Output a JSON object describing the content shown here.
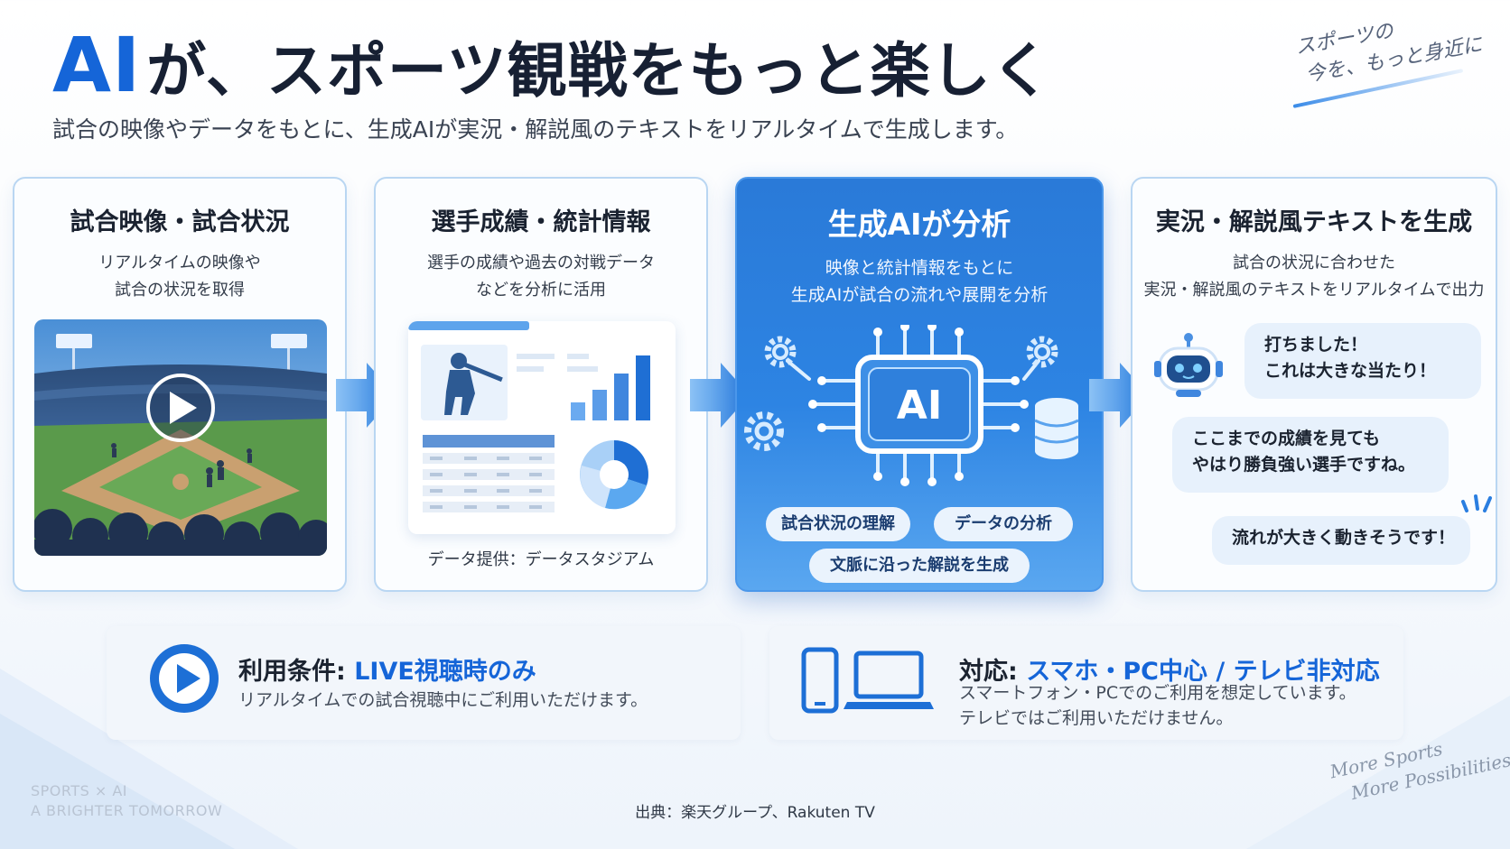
{
  "header": {
    "title_ai": "AI",
    "title_rest": "が、スポーツ観戦をもっと楽しく",
    "subtitle": "試合の映像やデータをもとに、生成AIが実況・解説風のテキストをリアルタイムで生成します。",
    "slogan_line1": "スポーツの",
    "slogan_line2": "今を、もっと身近に"
  },
  "steps": [
    {
      "title": "試合映像・試合状況",
      "desc_line1": "リアルタイムの映像や",
      "desc_line2": "試合の状況を取得"
    },
    {
      "title": "選手成績・統計情報",
      "desc_line1": "選手の成績や過去の対戦データ",
      "desc_line2": "などを分析に活用",
      "credit": "データ提供：データスタジアム"
    },
    {
      "title": "生成AIが分析",
      "desc_line1": "映像と統計情報をもとに",
      "desc_line2": "生成AIが試合の流れや展開を分析",
      "chip_label": "AI",
      "pills": [
        "試合状況の理解",
        "データの分析",
        "文脈に沿った解説を生成"
      ]
    },
    {
      "title": "実況・解説風テキストを生成",
      "desc_line1": "試合の状況に合わせた",
      "desc_line2": "実況・解説風のテキストをリアルタイムで出力",
      "bubbles": [
        {
          "line1": "打ちました！",
          "line2": "これは大きな当たり！"
        },
        {
          "line1": "ここまでの成績を見ても",
          "line2": "やはり勝負強い選手ですね。"
        },
        {
          "line1": "流れが大きく動きそうです！"
        }
      ]
    }
  ],
  "info": {
    "usage": {
      "label": "利用条件: ",
      "value": "LIVE視聴時のみ",
      "body": "リアルタイムでの試合視聴中にご利用いただけます。"
    },
    "devices": {
      "label": "対応: ",
      "value": "スマホ・PC中心 / テレビ非対応",
      "body_line1": "スマートフォン・PCでのご利用を想定しています。",
      "body_line2": "テレビではご利用いただけません。"
    }
  },
  "footer": {
    "left_line1": "SPORTS × AI",
    "left_line2": "A BRIGHTER TOMORROW",
    "right_line1": "More Sports",
    "right_line2": "More Possibilities",
    "source": "出典：楽天グループ、Rakuten TV"
  },
  "colors": {
    "accent": "#1565d8",
    "card_border": "#b9d6f2",
    "ai_card": "#2d84e3",
    "bubble": "#e7f1fc"
  }
}
